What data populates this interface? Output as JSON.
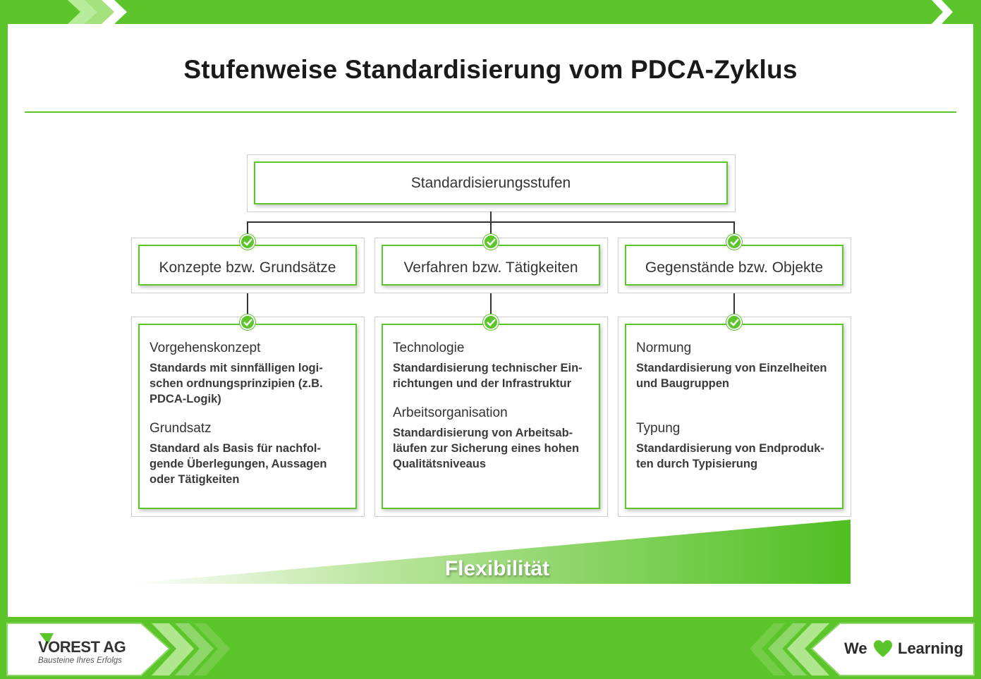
{
  "title": "Stufenweise Standardisierung vom PDCA-Zyklus",
  "root": "Standardisierungsstufen",
  "columns": [
    {
      "heading": "Konzepte bzw. Grundsätze",
      "items": [
        {
          "title": "Vorgehenskonzept",
          "lines": [
            "Standards mit sinnfälligen logi-",
            "schen ordnungsprinzipien (z.B.",
            "PDCA-Logik)"
          ]
        },
        {
          "title": "Grundsatz",
          "lines": [
            "Standard als Basis für nachfol-",
            "gende Überlegungen, Aussagen",
            "oder Tätigkeiten"
          ]
        }
      ]
    },
    {
      "heading": "Verfahren bzw. Tätigkeiten",
      "items": [
        {
          "title": "Technologie",
          "lines": [
            "Standardisierung technischer Ein-",
            "richtungen und der Infrastruktur"
          ]
        },
        {
          "title": "Arbeitsorganisation",
          "lines": [
            "Standardisierung von Arbeitsab-",
            "läufen zur Sicherung eines hohen",
            "Qualitätsniveaus"
          ]
        }
      ]
    },
    {
      "heading": "Gegenstände bzw. Objekte",
      "items": [
        {
          "title": "Normung",
          "lines": [
            "Standardisierung von Einzelheiten",
            "und Baugruppen"
          ]
        },
        {
          "title": "Typung",
          "lines": [
            "Standardisierung von Endproduk-",
            "ten durch Typisierung"
          ]
        }
      ]
    }
  ],
  "flexibility_label": "Flexibilität",
  "footer": {
    "logo_title": "VOREST AG",
    "logo_subtitle": "Bausteine Ihres Erfolgs",
    "we": "We",
    "learning": "Learning"
  },
  "colors": {
    "accent": "#5cc52b",
    "text": "#333333"
  },
  "icons": [
    "checkmark-icon",
    "chevron-arrows-icon",
    "heart-icon",
    "logo-triangle-icon"
  ]
}
